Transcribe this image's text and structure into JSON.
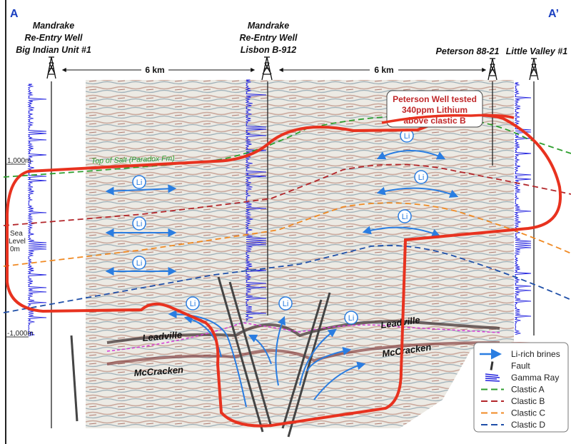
{
  "section": {
    "start_label": "A",
    "end_label": "A’"
  },
  "wells": [
    {
      "lines": [
        "Mandrake",
        "Re-Entry Well",
        "Big Indian Unit #1"
      ]
    },
    {
      "lines": [
        "Mandrake",
        "Re-Entry Well",
        "Lisbon B-912"
      ]
    },
    {
      "lines": [
        "Peterson 88-21"
      ]
    },
    {
      "lines": [
        "Little Valley #1"
      ]
    }
  ],
  "distances": [
    "6 km",
    "6 km"
  ],
  "depth_axis": {
    "top": "1,000m",
    "sea_level": [
      "Sea",
      "Level",
      "0m"
    ],
    "bottom": "-1,000m"
  },
  "formations": {
    "top_of_salt": "Top of Salt (Paradox Fm)",
    "leadville": "Leadville",
    "mccracken": "McCracken"
  },
  "li_label": "Li",
  "callout": [
    "Peterson Well tested",
    "340ppm Lithium",
    "above clastic B"
  ],
  "legend": [
    {
      "label": "Li-rich brines",
      "icon": "blue-arrow",
      "color": "#2a7de1"
    },
    {
      "label": "Fault",
      "icon": "fault-line",
      "color": "#333333"
    },
    {
      "label": "Gamma Ray",
      "icon": "gamma-ray-trace",
      "color": "#2222dd"
    },
    {
      "label": "Clastic A",
      "icon": "dashed-line",
      "color": "#2e9e2e"
    },
    {
      "label": "Clastic B",
      "icon": "dashed-line",
      "color": "#b3262a"
    },
    {
      "label": "Clastic C",
      "icon": "dashed-line",
      "color": "#f08a24"
    },
    {
      "label": "Clastic D",
      "icon": "dashed-line",
      "color": "#1f4fa8"
    }
  ],
  "colors": {
    "highlight": "#e8321f",
    "brine_arrow": "#2a7de1"
  }
}
